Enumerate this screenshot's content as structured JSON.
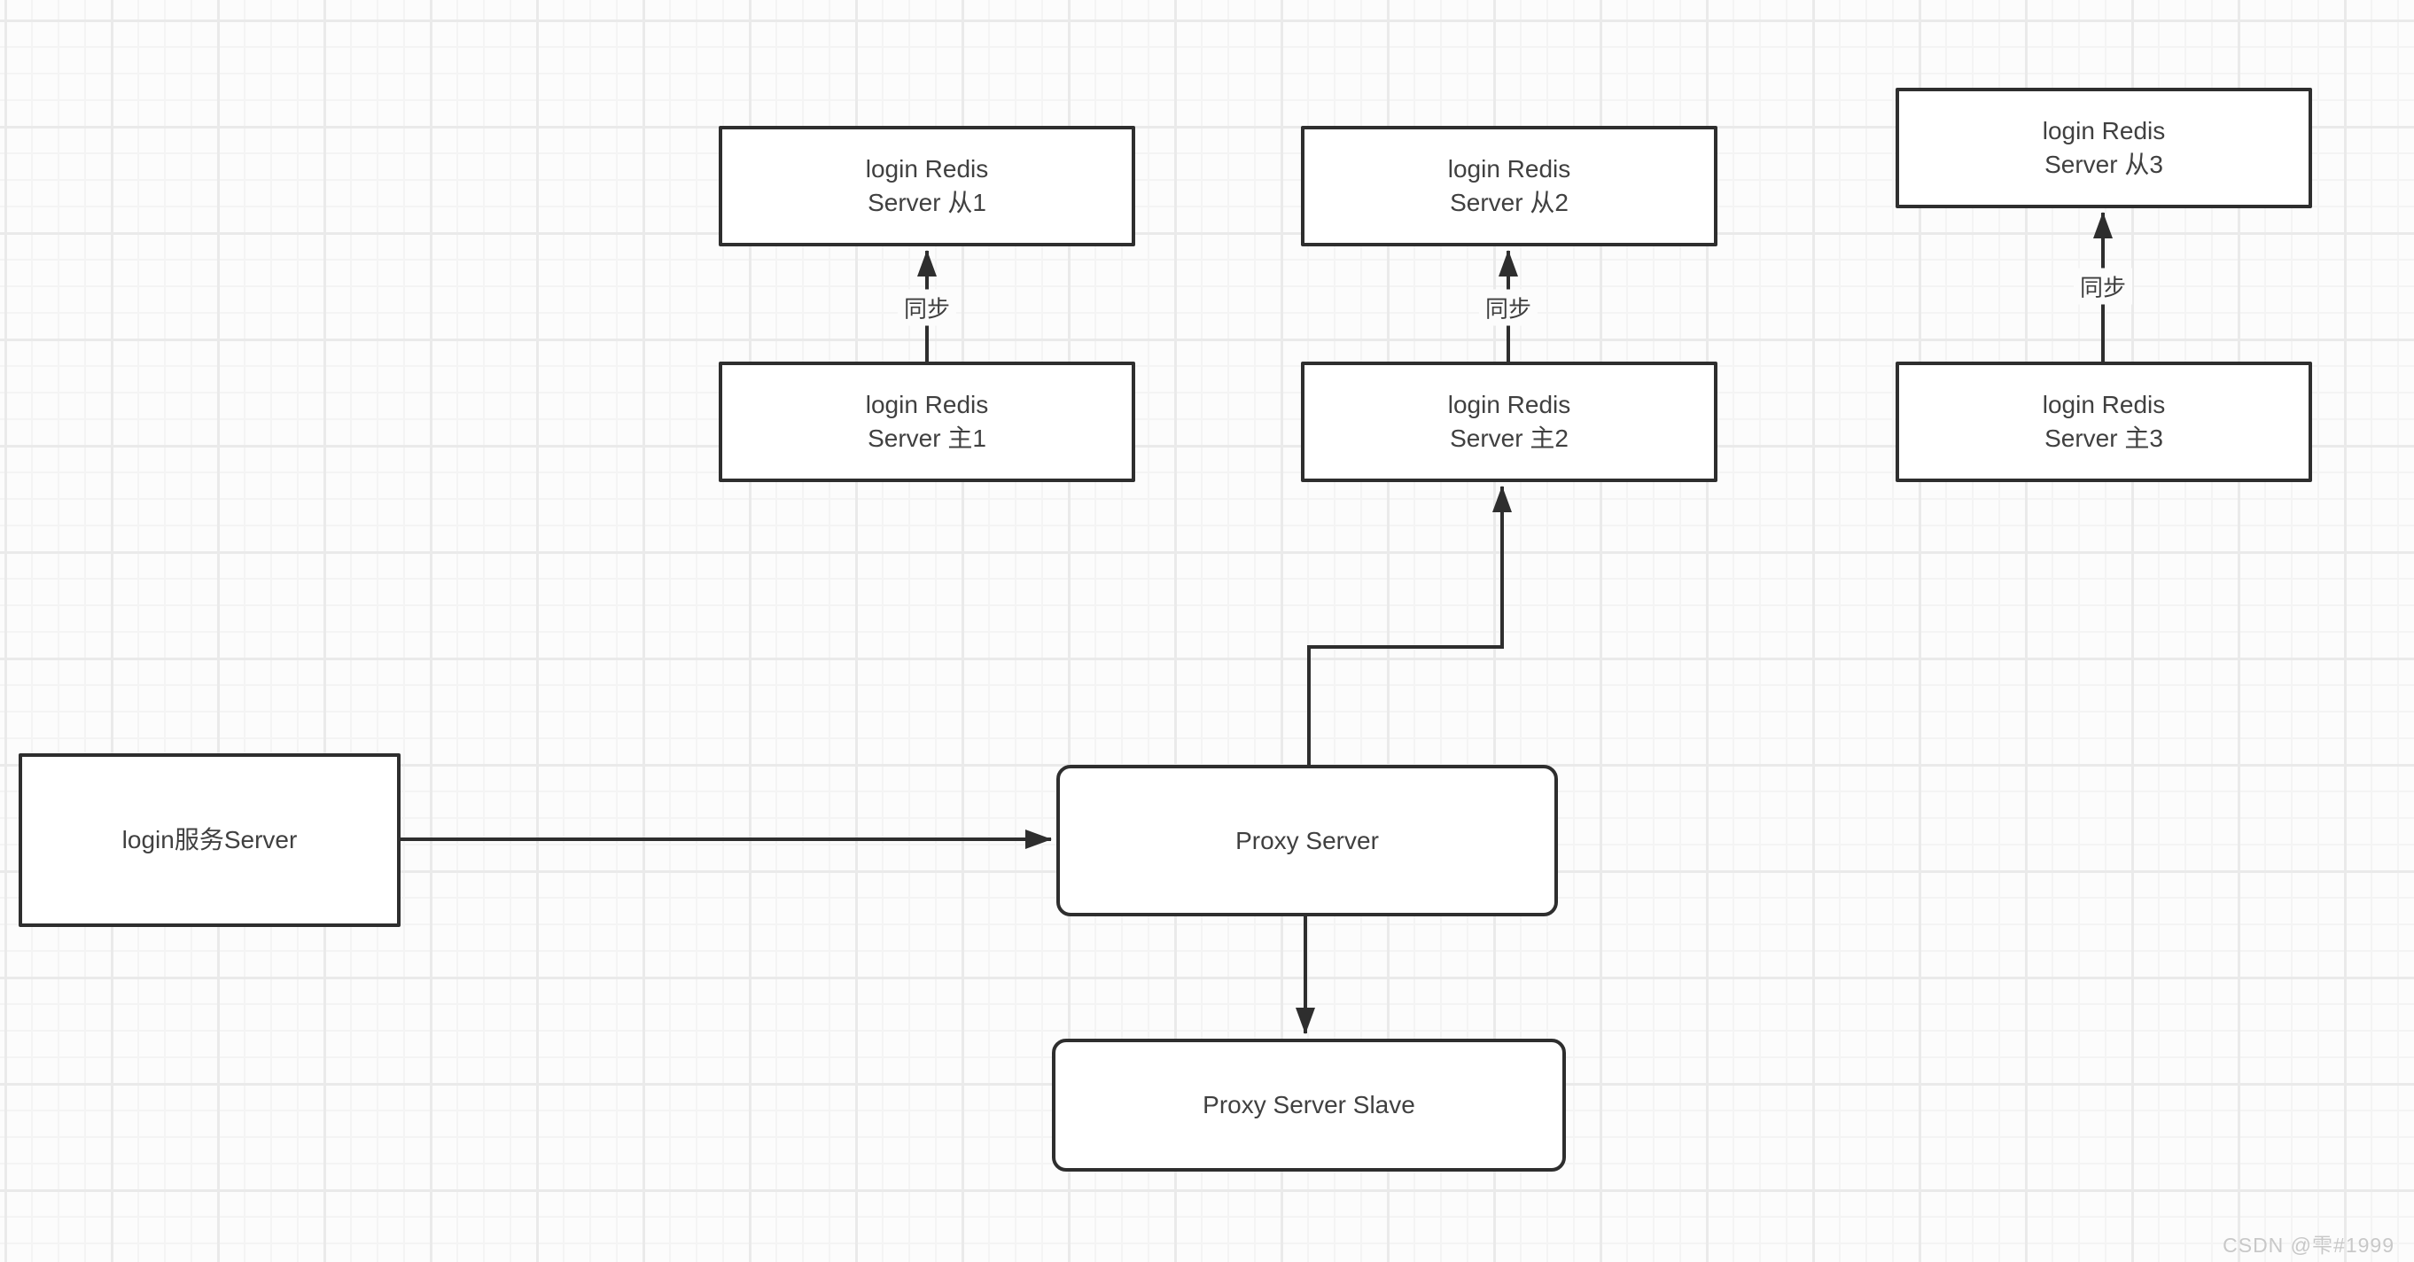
{
  "colors": {
    "background": "#fcfcfc",
    "grid_minor": "#f4f4f4",
    "grid_major": "#eaeaea",
    "box_border": "#2e2e2e",
    "box_fill": "#ffffff",
    "text": "#404040",
    "edge_line": "#2e2e2e",
    "watermark_text": "#c8c8c8"
  },
  "diagram": {
    "nodes": [
      {
        "id": "redis-slave-1",
        "label": "login Redis\nServer 从1"
      },
      {
        "id": "redis-slave-2",
        "label": "login Redis\nServer 从2"
      },
      {
        "id": "redis-slave-3",
        "label": "login Redis\nServer 从3"
      },
      {
        "id": "redis-master-1",
        "label": "login Redis\nServer 主1"
      },
      {
        "id": "redis-master-2",
        "label": "login Redis\nServer 主2"
      },
      {
        "id": "redis-master-3",
        "label": "login Redis\nServer 主3"
      },
      {
        "id": "login-service",
        "label": "login服务Server"
      },
      {
        "id": "proxy-server",
        "label": "Proxy Server"
      },
      {
        "id": "proxy-server-slave",
        "label": "Proxy Server Slave"
      }
    ],
    "edge_labels": [
      {
        "id": "sync-1",
        "text": "同步"
      },
      {
        "id": "sync-2",
        "text": "同步"
      },
      {
        "id": "sync-3",
        "text": "同步"
      }
    ],
    "edges": [
      {
        "id": "master1-to-slave1",
        "label": "同步"
      },
      {
        "id": "master2-to-slave2",
        "label": "同步"
      },
      {
        "id": "master3-to-slave3",
        "label": "同步"
      },
      {
        "id": "login-service-to-proxy",
        "label": ""
      },
      {
        "id": "proxy-to-master2",
        "label": ""
      },
      {
        "id": "proxy-to-proxy-slave",
        "label": ""
      }
    ],
    "watermark": "CSDN @雫#1999"
  }
}
